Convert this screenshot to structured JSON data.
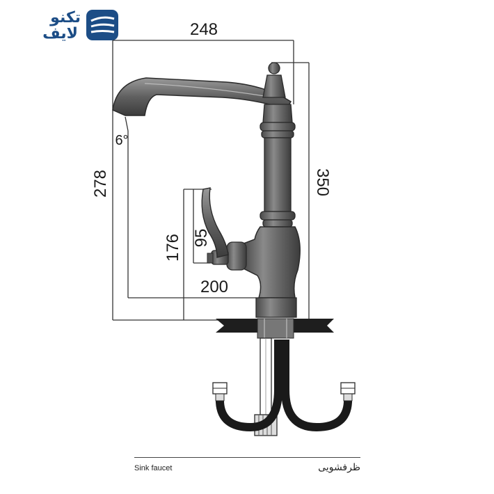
{
  "brand": {
    "line1": "تکنو",
    "line2": "لایف",
    "logo_color": "#1c4d86",
    "logo_icon": "tecnolife-logo-icon"
  },
  "dimensions": {
    "width_total": "248",
    "height_total": "350",
    "spout_height": "278",
    "handle_height": "176",
    "handle_grip": "95",
    "spout_reach": "200",
    "spout_angle": "6°"
  },
  "caption": {
    "english": "Sink faucet",
    "persian": "ظرفشویی"
  },
  "colors": {
    "faucet_body": "#6b6b6b",
    "faucet_dark": "#3a3a3a",
    "hose": "#1a1a1a",
    "lines": "#333333"
  }
}
